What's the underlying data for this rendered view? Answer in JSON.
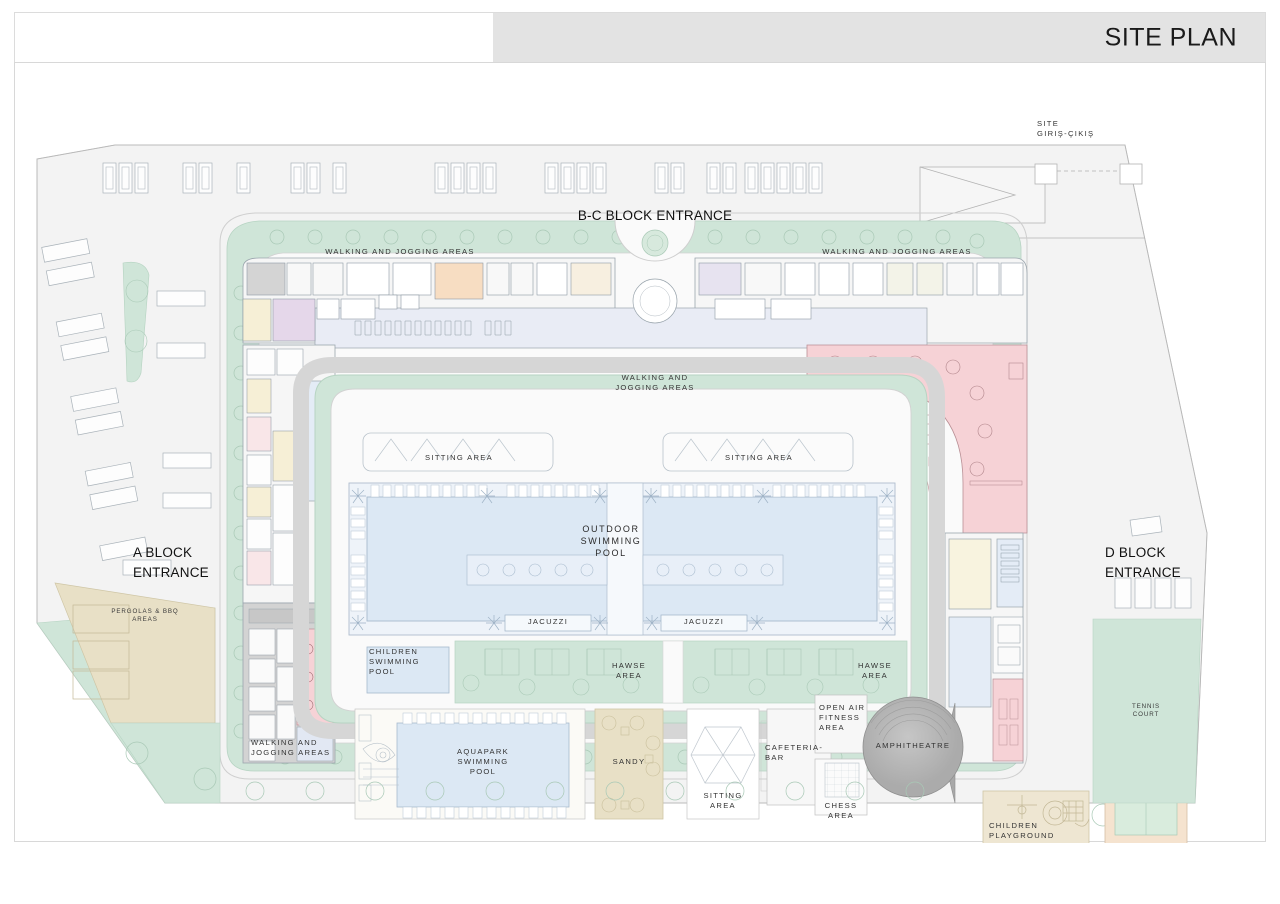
{
  "sheet": {
    "title": "SITE PLAN",
    "drawing_type": "architectural-site-plan"
  },
  "colors": {
    "landscape_green": "#cfe5d8",
    "pool_blue": "#dce8f4",
    "sand_beige": "#e8e0c6",
    "restaurant_pink": "#f6d2d6",
    "paving_white": "#fafafa",
    "ground_gray": "#f2f2f2",
    "amphitheatre_gray": "#b9b9b9",
    "tennis_court": "#f5e3cf",
    "header_gray": "#e3e3e3",
    "plan_line": "#8e9aa4",
    "lilac_room": "#e5d7ea",
    "cream_room": "#f6efd6",
    "peach_room": "#f7ddc2"
  },
  "entrances": [
    {
      "id": "bc-block-entrance",
      "label": "B-C BLOCK ENTRANCE"
    },
    {
      "id": "a-block-entrance",
      "label": "A BLOCK\nENTRANCE"
    },
    {
      "id": "d-block-entrance",
      "label": "D BLOCK\nENTRANCE"
    },
    {
      "id": "site-gate",
      "label": "SITE\nGIRIŞ-ÇIKIŞ"
    }
  ],
  "zones": {
    "walking_top_left": "WALKING AND JOGGING AREAS",
    "walking_top_right": "WALKING AND JOGGING AREAS",
    "walking_center": "WALKING AND\nJOGGING AREAS",
    "walking_bottom_left": "WALKING AND\nJOGGING AREAS",
    "sitting_left": "SITTING AREA",
    "sitting_right": "SITTING AREA",
    "sitting_bottom": "SITTING\nAREA",
    "outdoor_pool": "OUTDOOR\nSWIMMING\nPOOL",
    "jacuzzi_left": "JACUZZI",
    "jacuzzi_right": "JACUZZI",
    "children_pool": "CHILDREN\nSWIMMING\nPOOL",
    "aquapark_pool": "AQUAPARK\nSWIMMING\nPOOL",
    "sandy": "SANDY",
    "hawse_left": "HAWSE\nAREA",
    "hawse_right": "HAWSE\nAREA",
    "cafeteria_bar": "CAFETERIA-\nBAR",
    "open_air_fitness": "OPEN AIR\nFITNESS\nAREA",
    "chess_area": "CHESS\nAREA",
    "amphitheatre": "AMPHITHEATRE",
    "children_playground": "CHILDREN\nPLAYGROUND",
    "tennis_court": "TENNIS\nCOURT",
    "pergolas_bbq": "PERGOLAS & BBQ\nAREAS"
  },
  "features": {
    "parking_stalls_north": 26,
    "parking_stalls_west": 11,
    "parking_stalls_east": 5,
    "pool_count": 3,
    "jacuzzi_count": 2
  }
}
